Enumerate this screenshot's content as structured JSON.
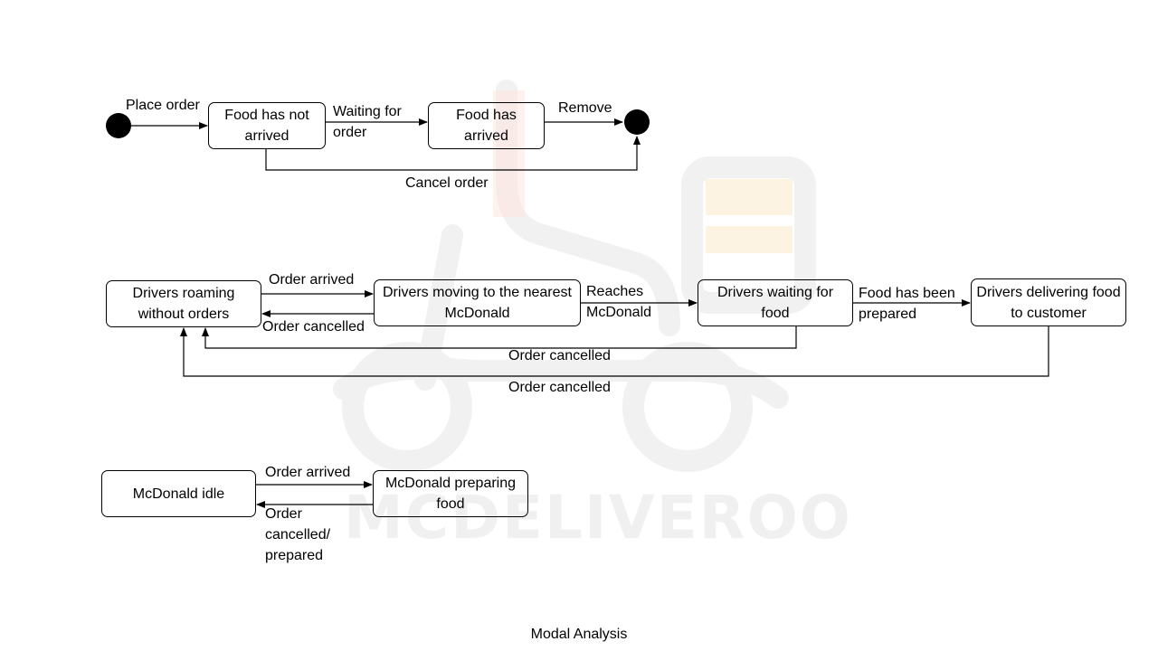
{
  "watermark": {
    "text": "MCDELIVEROO"
  },
  "caption": "Modal Analysis",
  "customer": {
    "states": [
      "Food has not arrived",
      "Food has arrived"
    ],
    "transitions": [
      "Place order",
      "Waiting for order",
      "Remove",
      "Cancel order"
    ]
  },
  "driver": {
    "states": [
      "Drivers roaming without orders",
      "Drivers moving to the nearest McDonald",
      "Drivers waiting for food",
      "Drivers delivering food to customer"
    ],
    "transitions": [
      "Order arrived",
      "Order cancelled",
      "Reaches McDonald",
      "Food has been prepared",
      "Order cancelled",
      "Order cancelled"
    ]
  },
  "restaurant": {
    "states": [
      "McDonald idle",
      "McDonald preparing food"
    ],
    "transitions": [
      "Order arrived",
      "Order cancelled/ prepared"
    ]
  },
  "colors": {
    "line": "#000000",
    "watermark_gray": "#f0f0f0",
    "watermark_cream": "#fdf3e3",
    "watermark_red": "#fde3de"
  }
}
